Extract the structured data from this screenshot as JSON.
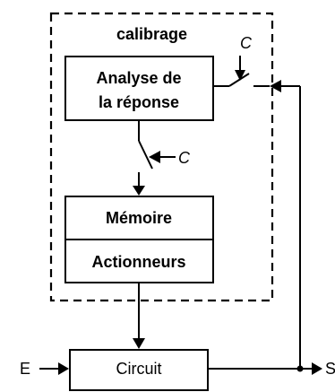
{
  "diagram": {
    "group_label": "calibrage",
    "analyse_line1": "Analyse de",
    "analyse_line2": "la réponse",
    "memoire": "Mémoire",
    "actionneurs": "Actionneurs",
    "circuit": "Circuit",
    "input": "E",
    "output": "S",
    "switch_top_control": "C",
    "switch_middle_control": "C"
  }
}
